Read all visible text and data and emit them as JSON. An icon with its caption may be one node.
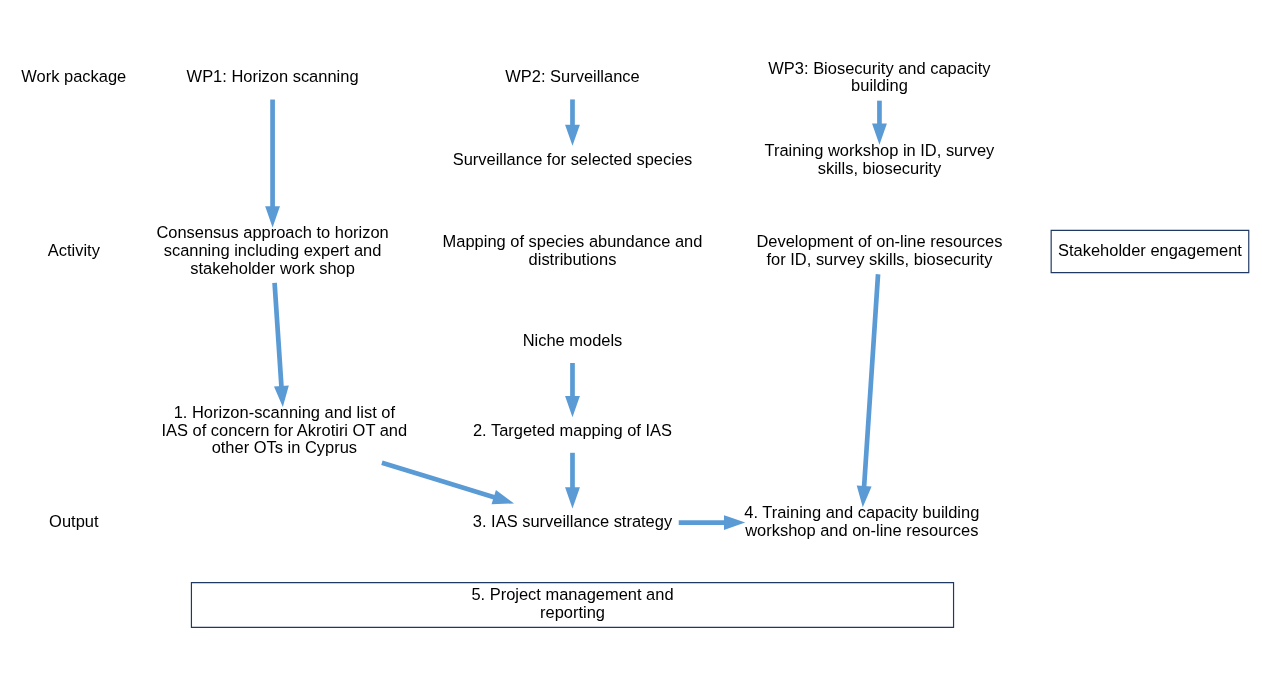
{
  "diagram": {
    "nodes": [
      {
        "text": [
          "WP1: Horizon scanning"
        ]
      },
      {
        "text": [
          "WP2: Surveillance"
        ]
      },
      {
        "text": [
          "WP3: Biosecurity and capacity building"
        ]
      },
      {
        "text": [
          "Consensus approach to horizon scanning including expert and stakeholder work shop"
        ]
      },
      {
        "text": [
          "Surveillance for selected species"
        ]
      },
      {
        "text": [
          "Mapping of species abundance and distributions"
        ]
      },
      {
        "text": [
          "Niche models"
        ]
      },
      {
        "text": [
          "Training workshop in ID, survey skills, biosecurity"
        ]
      },
      {
        "text": [
          "Development of on-line resources for ID, survey skills, biosecurity"
        ]
      },
      {
        "text": [
          "2. Targeted mapping of IAS"
        ]
      },
      {
        "text": [
          "1. Horizon-scanning and list of IAS of concern for Akrotiri OT and other OTs in Cyprus"
        ]
      },
      {
        "text": [
          "3. IAS surveillance strategy"
        ]
      },
      {
        "text": [
          "4. Training and capacity building workshop and on-line resources"
        ]
      },
      {
        "text": [
          "Stakeholder engagement"
        ]
      },
      {
        "text": [
          "5. Project management and reporting"
        ]
      }
    ],
    "edges": [
      {
        "from": 0,
        "to": 3,
        "arrow": "to"
      },
      {
        "from": 1,
        "to": 4,
        "arrow": "to"
      },
      {
        "from": 2,
        "to": 7,
        "arrow": "to"
      },
      {
        "from": 3,
        "to": 10,
        "arrow": "to"
      },
      {
        "from": 6,
        "to": 9,
        "arrow": "to"
      },
      {
        "from": 8,
        "to": 12,
        "arrow": "to"
      },
      {
        "from": 9,
        "to": 11,
        "arrow": "to"
      },
      {
        "from": 10,
        "to": 11,
        "arrow": "to"
      },
      {
        "from": 11,
        "to": 12,
        "arrow": "to"
      }
    ],
    "labels": [
      "Work package",
      "Activity",
      "Output"
    ]
  }
}
